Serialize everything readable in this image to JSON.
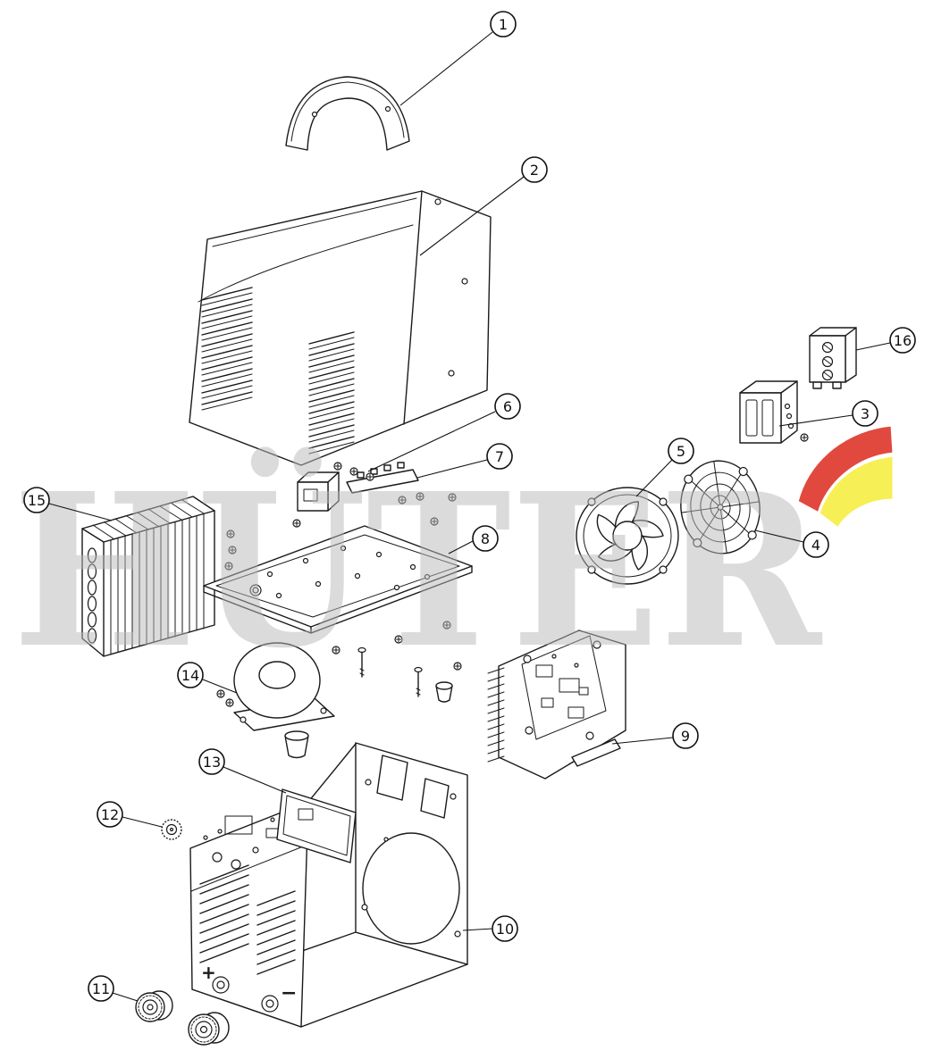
{
  "watermark": {
    "text": "HÜTER",
    "gray": "#b9b9b9",
    "red": "#df3a2e",
    "yellow": "#f7ee48"
  },
  "chassis": {
    "plus_label": "+",
    "minus_label": "−"
  },
  "callouts": [
    {
      "label": "1"
    },
    {
      "label": "2"
    },
    {
      "label": "3"
    },
    {
      "label": "4"
    },
    {
      "label": "5"
    },
    {
      "label": "6"
    },
    {
      "label": "7"
    },
    {
      "label": "8"
    },
    {
      "label": "9"
    },
    {
      "label": "10"
    },
    {
      "label": "11"
    },
    {
      "label": "12"
    },
    {
      "label": "13"
    },
    {
      "label": "14"
    },
    {
      "label": "15"
    },
    {
      "label": "16"
    }
  ]
}
